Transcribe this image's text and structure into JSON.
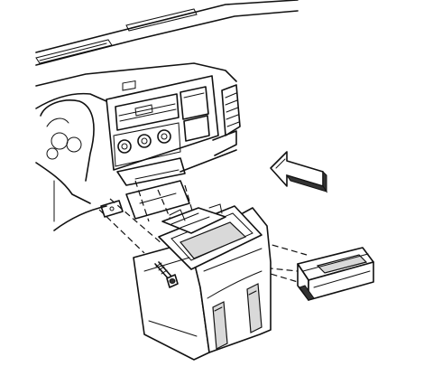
{
  "diagram": {
    "background": "#ffffff",
    "line_color": "#111111",
    "shade_color": "#d9d9d9",
    "parts": [
      "instrument-panel",
      "radio-hvac-bezel",
      "floor-console",
      "console-storage-insert",
      "console-bolt"
    ],
    "direction_arrow_icon": "front-direction-arrow-icon"
  }
}
